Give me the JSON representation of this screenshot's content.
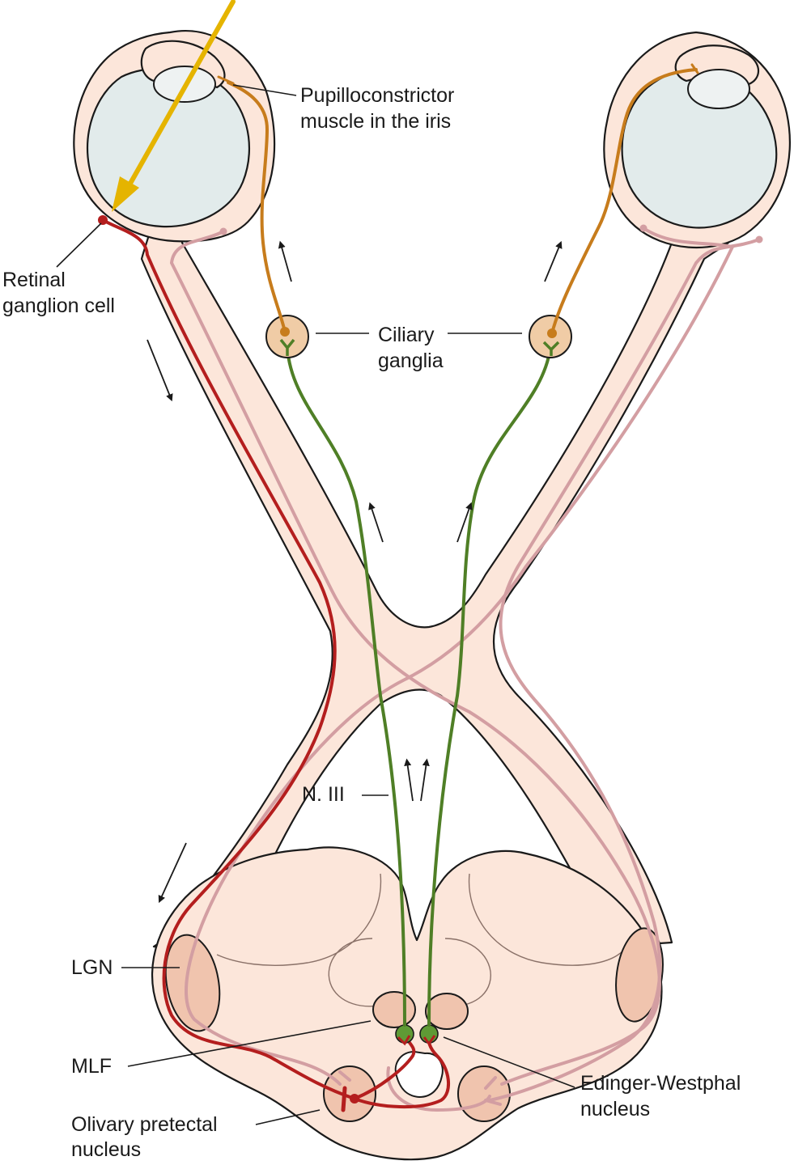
{
  "labels": {
    "pupilloconstrictor_line1": "Pupilloconstrictor",
    "pupilloconstrictor_line2": "muscle in the iris",
    "retinal_line1": "Retinal",
    "retinal_line2": "ganglion cell",
    "ciliary_line1": "Ciliary",
    "ciliary_line2": "ganglia",
    "n3": "N. III",
    "lgn": "LGN",
    "mlf": "MLF",
    "edinger_line1": "Edinger-Westphal",
    "edinger_line2": "nucleus",
    "olivary_line1": "Olivary pretectal",
    "olivary_line2": "nucleus"
  },
  "colors": {
    "light_ray": "#e5b400",
    "retinal_pathway": "#b41e1e",
    "contralateral_pathway": "#d39ea2",
    "preganglionic": "#4f7f26",
    "postganglionic": "#c77c1c",
    "tissue": "#fce6da",
    "nucleus_fill": "#f0c4ae"
  }
}
